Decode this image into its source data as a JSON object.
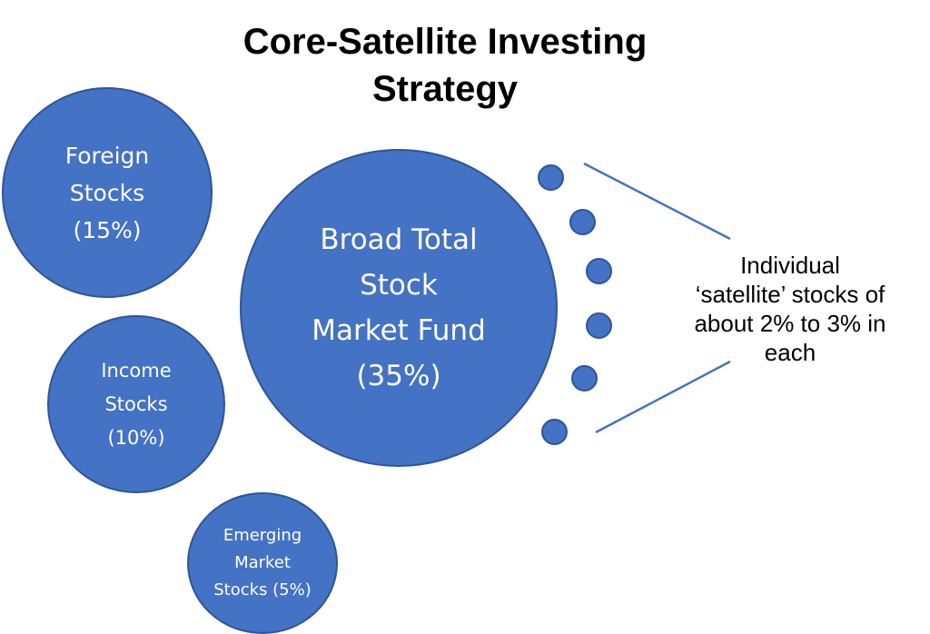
{
  "title": {
    "line1": "Core-Satellite Investing",
    "line2": "Strategy"
  },
  "holdings": {
    "foreign": {
      "lines": [
        "Foreign",
        "Stocks",
        "(15%)"
      ],
      "percent": 15
    },
    "broad": {
      "lines": [
        "Broad Total",
        "Stock",
        "Market Fund",
        "(35%)"
      ],
      "percent": 35
    },
    "income": {
      "lines": [
        "Income",
        "Stocks",
        "(10%)"
      ],
      "percent": 10
    },
    "emerging": {
      "lines": [
        "Emerging",
        "Market",
        "Stocks (5%)"
      ],
      "percent": 5
    }
  },
  "satellite_note": {
    "lines": [
      "Individual",
      "‘satellite’ stocks of",
      "about 2% to 3% in",
      "each"
    ]
  },
  "colors": {
    "circle_fill": "#4472c4",
    "circle_outline": "#2f5597",
    "connector_line": "#4472c4"
  }
}
